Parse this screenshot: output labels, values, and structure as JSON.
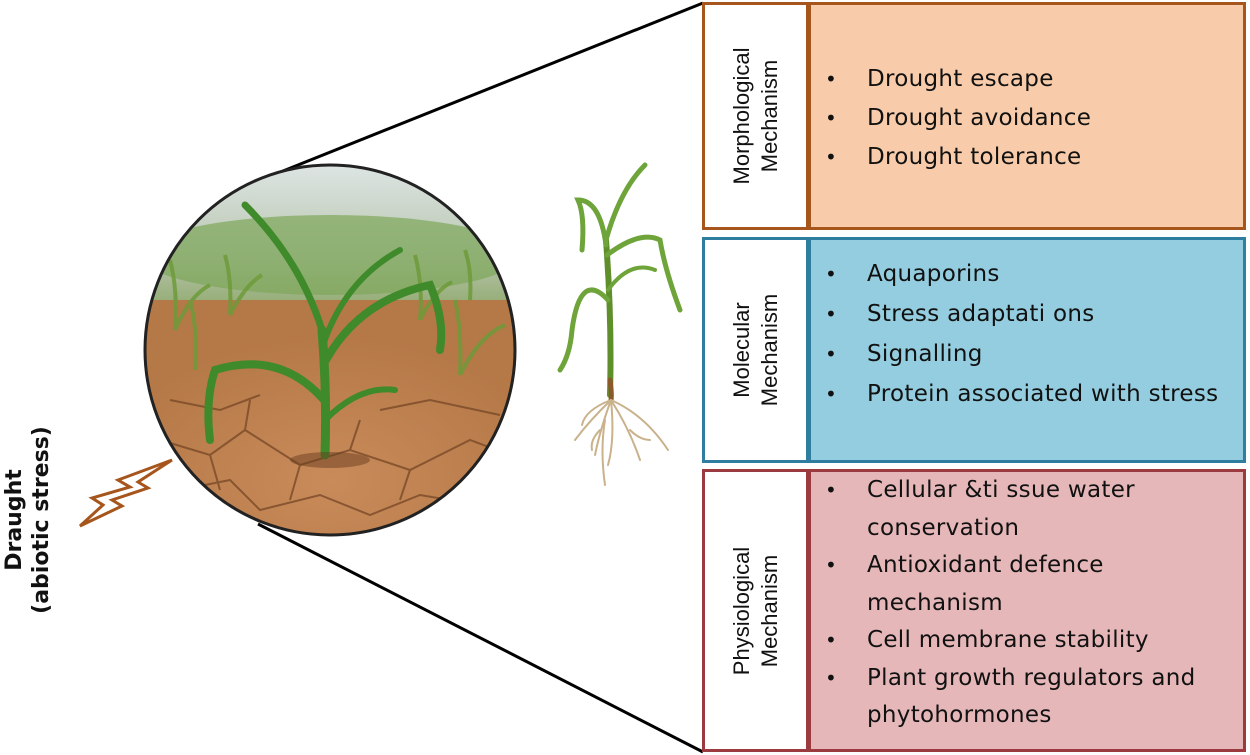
{
  "stress": {
    "line1": "Draught",
    "line2": "(abiotic stress)"
  },
  "colors": {
    "morphological_fill": "#f8ccaa",
    "morphological_border": "#a6561c",
    "molecular_fill": "#94cddf",
    "molecular_border": "#2f7e9f",
    "physiological_fill": "#e6b7b9",
    "physiological_border": "#9b3b3f",
    "lightning": "#a6561c"
  },
  "mechanisms": {
    "morphological": {
      "label_line1": "Morphological",
      "label_line2": "Mechanism",
      "items": [
        "Drought escape",
        "Drought avoidance",
        "Drought tolerance"
      ]
    },
    "molecular": {
      "label_line1": "Molecular",
      "label_line2": "Mechanism",
      "items": [
        "Aquaporins",
        "Stress adaptati ons",
        "Signalling",
        "Protein associated with stress"
      ]
    },
    "physiological": {
      "label_line1": "Physiological",
      "label_line2": "Mechanism",
      "items": [
        "Cellular &ti ssue water conservation",
        "Antioxidant defence mechanism",
        "Cell membrane stability",
        "Plant growth regulators and phytohormones"
      ]
    }
  }
}
